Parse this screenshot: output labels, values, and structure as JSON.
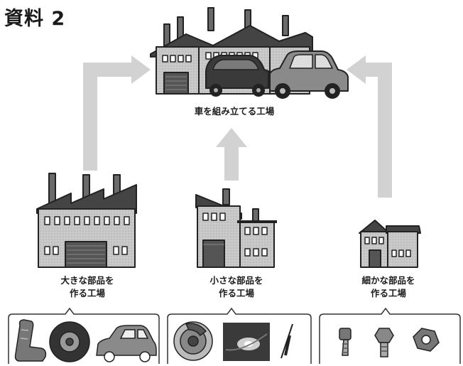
{
  "title": "資料 2",
  "main_factory": {
    "label": "車を組み立てる工場"
  },
  "factories": [
    {
      "label_line1": "大きな部品を",
      "label_line2": "作る工場",
      "parts": [
        "car-seat-icon",
        "tire-icon",
        "car-body-icon"
      ]
    },
    {
      "label_line1": "小さな部品を",
      "label_line2": "作る工場",
      "parts": [
        "brake-disc-icon",
        "headlight-icon",
        "wiper-icon"
      ]
    },
    {
      "label_line1": "細かな部品を",
      "label_line2": "作る工場",
      "parts": [
        "bolt-icon",
        "hex-bolt-icon",
        "nut-icon"
      ]
    }
  ]
}
